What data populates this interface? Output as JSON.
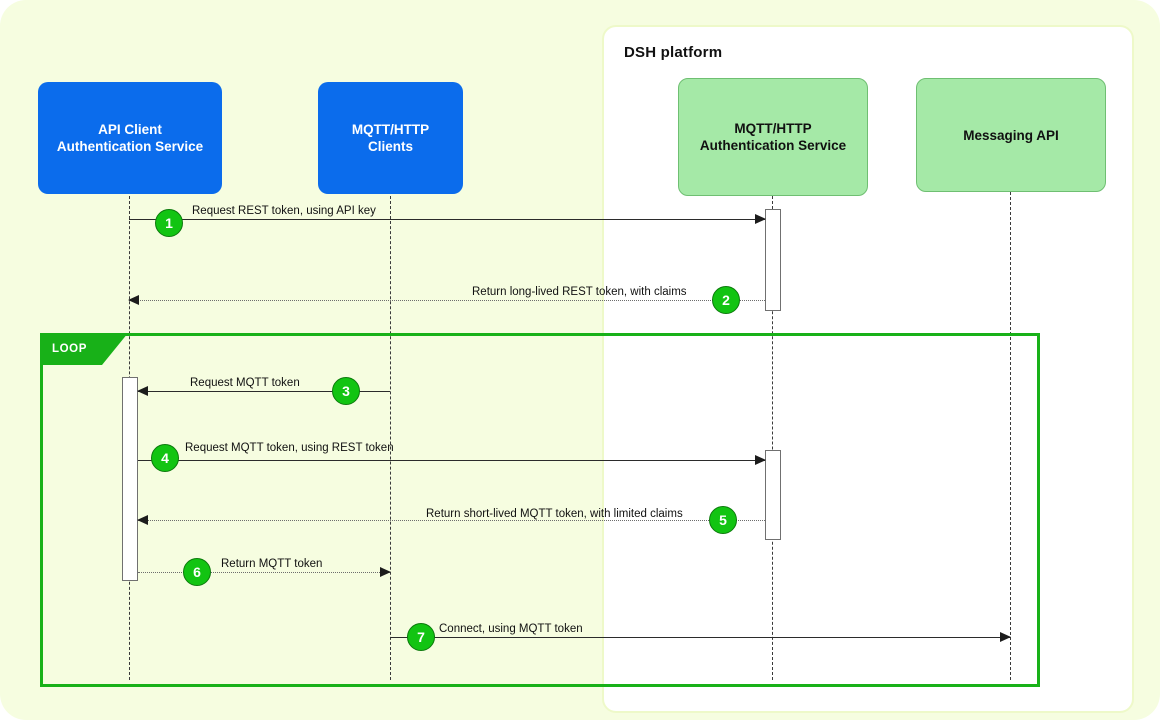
{
  "theme": {
    "card_bg": "#F6FDE0",
    "panel_bg": "#FFFFFF",
    "participant_blue": "#0B6CEC",
    "participant_green": "#A5E9A7",
    "loop_green": "#18B118",
    "badge_green": "#12C412"
  },
  "panel": {
    "title": "DSH platform"
  },
  "participants": [
    {
      "id": "api-client-auth-service",
      "label": "API Client\nAuthentication Service",
      "line1": "API Client",
      "line2": "Authentication Service",
      "kind": "blue"
    },
    {
      "id": "mqtt-http-clients",
      "label": "MQTT/HTTP\nClients",
      "line1": "MQTT/HTTP",
      "line2": "Clients",
      "kind": "blue"
    },
    {
      "id": "mqtt-http-auth-service",
      "label": "MQTT/HTTP\nAuthentication Service",
      "line1": "MQTT/HTTP",
      "line2": "Authentication Service",
      "kind": "green"
    },
    {
      "id": "messaging-api",
      "label": "Messaging API",
      "line1": "Messaging API",
      "line2": "",
      "kind": "green"
    }
  ],
  "fragment": {
    "type": "loop",
    "label": "LOOP"
  },
  "messages": [
    {
      "num": "1",
      "text": "Request REST token, using API key",
      "style": "solid",
      "from": "api-client-auth-service",
      "to": "mqtt-http-auth-service"
    },
    {
      "num": "2",
      "text": "Return long-lived REST token, with claims",
      "style": "dotted",
      "from": "mqtt-http-auth-service",
      "to": "api-client-auth-service"
    },
    {
      "num": "3",
      "text": "Request MQTT token",
      "style": "solid",
      "from": "mqtt-http-clients",
      "to": "api-client-auth-service"
    },
    {
      "num": "4",
      "text": "Request MQTT token, using REST token",
      "style": "solid",
      "from": "api-client-auth-service",
      "to": "mqtt-http-auth-service"
    },
    {
      "num": "5",
      "text": "Return short-lived MQTT token, with limited claims",
      "style": "dotted",
      "from": "mqtt-http-auth-service",
      "to": "api-client-auth-service"
    },
    {
      "num": "6",
      "text": "Return MQTT token",
      "style": "dotted",
      "from": "api-client-auth-service",
      "to": "mqtt-http-clients"
    },
    {
      "num": "7",
      "text": "Connect, using MQTT token",
      "style": "solid",
      "from": "mqtt-http-clients",
      "to": "messaging-api"
    }
  ]
}
